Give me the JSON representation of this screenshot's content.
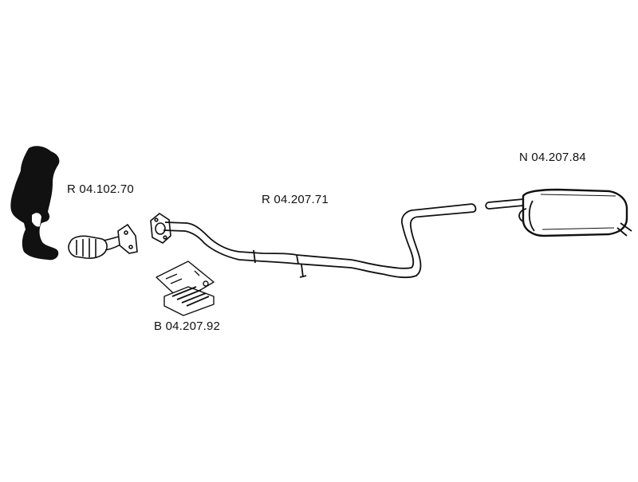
{
  "parts": [
    {
      "id": "manifold-catalyst",
      "label": "R 04.102.70"
    },
    {
      "id": "middle-pipe",
      "label": "R 04.207.71"
    },
    {
      "id": "rear-silencer",
      "label": "N 04.207.84"
    },
    {
      "id": "mounting-kit",
      "label": "B 04.207.92"
    }
  ],
  "colors": {
    "ink": "#111111",
    "background": "#ffffff"
  }
}
